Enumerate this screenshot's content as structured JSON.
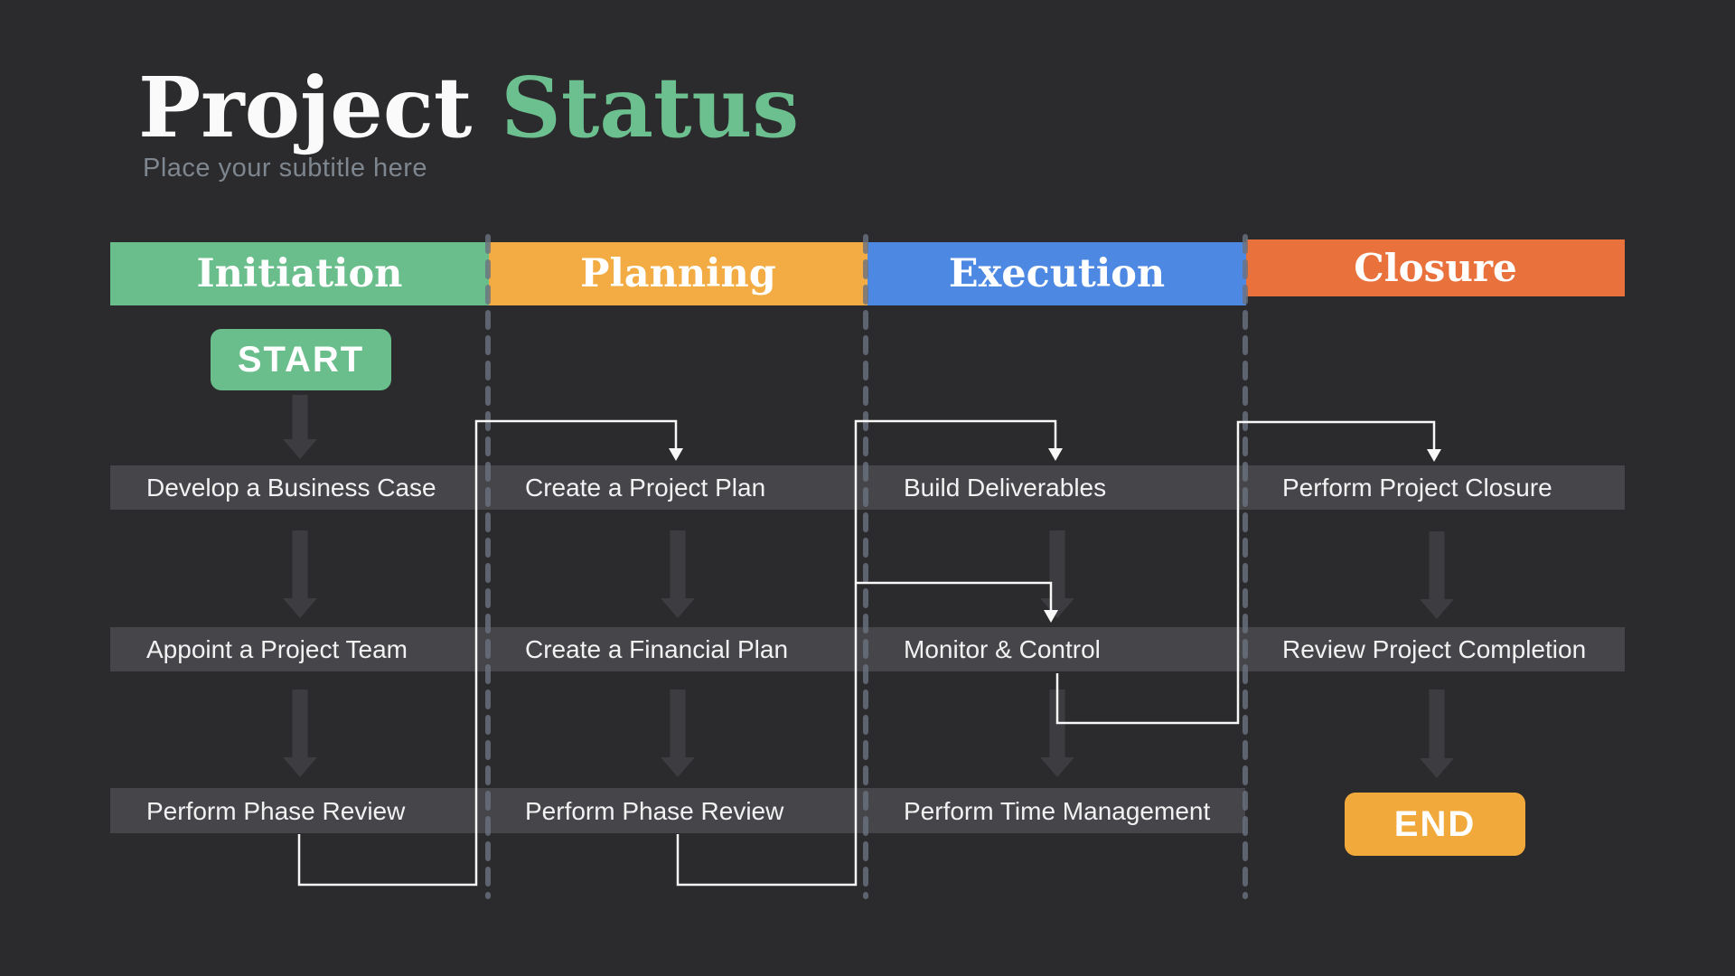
{
  "title": {
    "primary": "Project",
    "accent": "Status",
    "subtitle": "Place your subtitle here"
  },
  "phases": [
    {
      "label": "Initiation",
      "color": "#69be8c"
    },
    {
      "label": "Planning",
      "color": "#f2ac43"
    },
    {
      "label": "Execution",
      "color": "#4d89e2"
    },
    {
      "label": "Closure",
      "color": "#e9713c"
    }
  ],
  "flow": {
    "start_label": "START",
    "end_label": "END"
  },
  "tasks": {
    "initiation": [
      "Develop a Business Case",
      "Appoint a Project Team",
      "Perform Phase Review"
    ],
    "planning": [
      "Create a Project Plan",
      "Create a Financial Plan",
      "Perform Phase Review"
    ],
    "execution": [
      "Build Deliverables",
      "Monitor & Control",
      "Perform Time Management"
    ],
    "closure": [
      "Perform Project Closure",
      "Review Project Completion"
    ]
  },
  "colors": {
    "background": "#2b2a2c",
    "task_bar": "#46464a",
    "task_text": "#f2f2f3",
    "title_text": "#fafafa",
    "title_accent": "#6cbf8e",
    "subtitle_text": "#7e868f",
    "flow_arrow": "#3c3c41",
    "connector_line": "#f8f8f8",
    "divider_dash": "#6a7280",
    "start_button": "#69be8c",
    "end_button": "#f2a93c"
  }
}
